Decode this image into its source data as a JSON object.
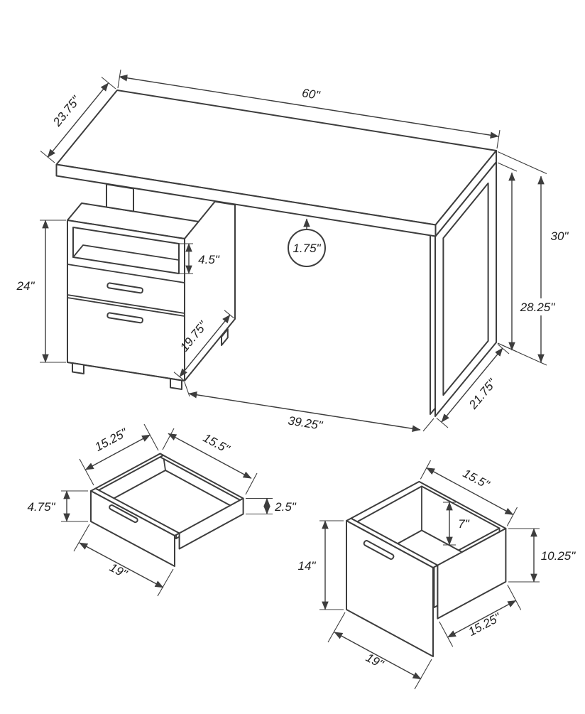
{
  "desk": {
    "top_width": "60\"",
    "top_depth": "23.75\"",
    "shelf_opening_height": "4.5\"",
    "top_thickness": "1.75\"",
    "overall_height": "30\"",
    "leg_clearance_height": "28.25\"",
    "cabinet_height": "24\"",
    "cabinet_depth": "19.75\"",
    "knee_span": "39.25\"",
    "leg_depth": "21.75\""
  },
  "small_drawer": {
    "top_width": "15.25\"",
    "top_depth": "15.5\"",
    "front_height": "4.75\"",
    "side_height": "2.5\"",
    "front_width": "19\""
  },
  "file_drawer": {
    "top_depth": "15.5\"",
    "inner_depth": "7\"",
    "front_height": "14\"",
    "side_height": "10.25\"",
    "front_width": "19\"",
    "side_depth": "15.25\""
  }
}
